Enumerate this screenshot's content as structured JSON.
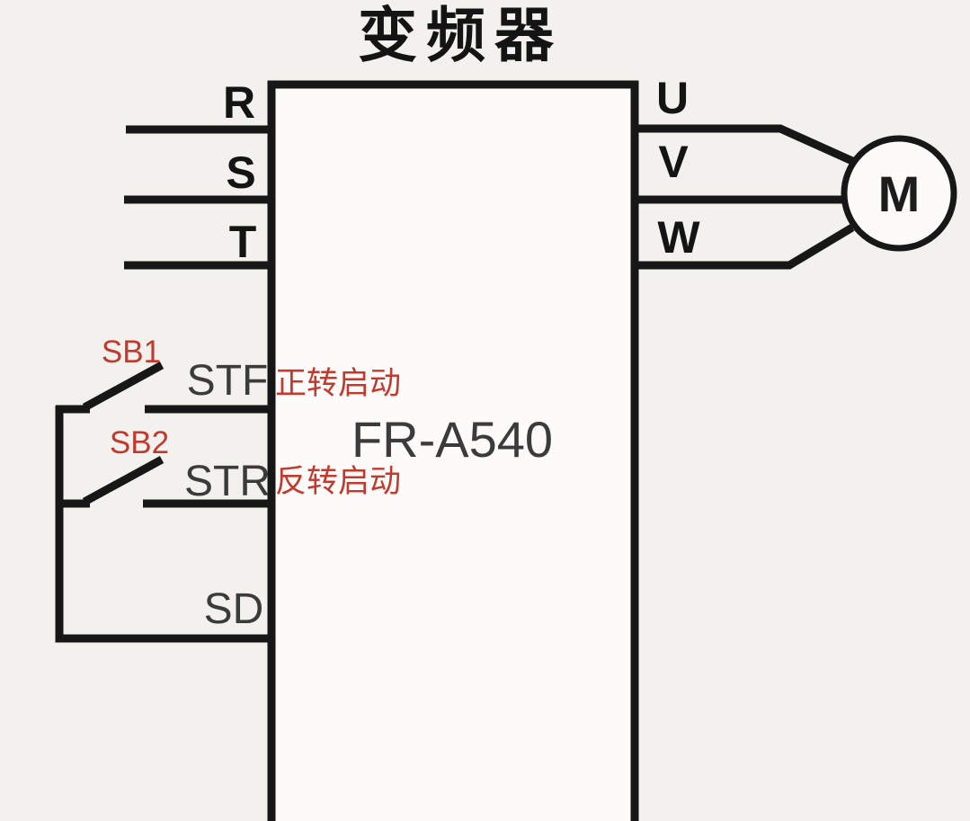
{
  "diagram": {
    "title": "变频器",
    "model": "FR-A540",
    "motor": {
      "label": "M"
    },
    "input_terminals": [
      "R",
      "S",
      "T"
    ],
    "output_terminals": [
      "U",
      "V",
      "W"
    ],
    "control_terminals": [
      {
        "terminal": "STF",
        "switch": "SB1",
        "annotation": "正转启动"
      },
      {
        "terminal": "STR",
        "switch": "SB2",
        "annotation": "反转启动"
      },
      {
        "terminal": "SD"
      }
    ],
    "colors": {
      "line": "#171717",
      "annotation_red": "#c23a2e",
      "label_gray": "#3b3b3b",
      "background": "#f3f1ee",
      "box_fill": "#fcfbf9"
    }
  }
}
